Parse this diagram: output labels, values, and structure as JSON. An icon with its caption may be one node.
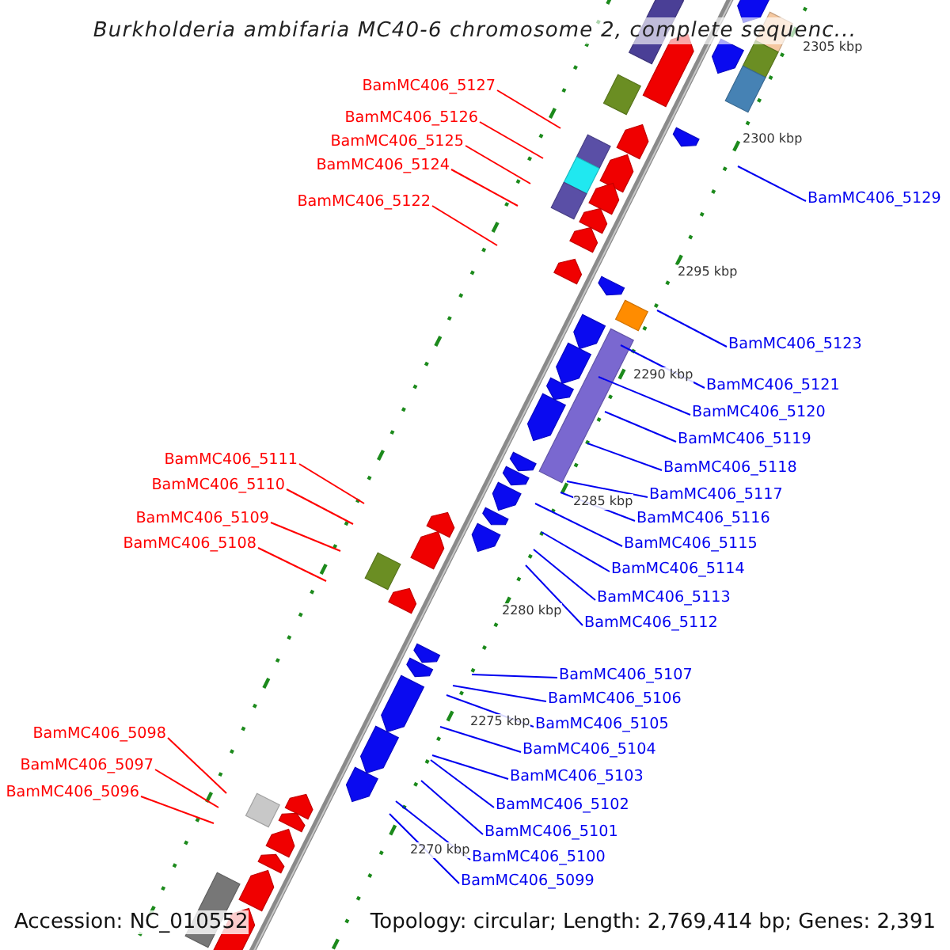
{
  "diagram": {
    "title": "Burkholderia ambifaria MC40-6 chromosome 2, complete sequenc...",
    "nodes": [
      {
        "text": [
          "BamMC406_5127"
        ]
      },
      {
        "text": [
          "BamMC406_5126"
        ]
      },
      {
        "text": [
          "BamMC406_5125"
        ]
      },
      {
        "text": [
          "BamMC406_5124"
        ]
      },
      {
        "text": [
          "BamMC406_5129"
        ]
      },
      {
        "text": [
          "BamMC406_5122"
        ]
      },
      {
        "text": [
          "BamMC406_5123"
        ]
      },
      {
        "text": [
          "BamMC406_5121"
        ]
      },
      {
        "text": [
          "BamMC406_5120"
        ]
      },
      {
        "text": [
          "BamMC406_5119"
        ]
      },
      {
        "text": [
          "BamMC406_5111"
        ]
      },
      {
        "text": [
          "BamMC406_5118"
        ]
      },
      {
        "text": [
          "BamMC406_5110"
        ]
      },
      {
        "text": [
          "BamMC406_5117"
        ]
      },
      {
        "text": [
          "BamMC406_5109"
        ]
      },
      {
        "text": [
          "BamMC406_5116"
        ]
      },
      {
        "text": [
          "BamMC406_5108"
        ]
      },
      {
        "text": [
          "BamMC406_5115"
        ]
      },
      {
        "text": [
          "BamMC406_5114"
        ]
      },
      {
        "text": [
          "BamMC406_5113"
        ]
      },
      {
        "text": [
          "BamMC406_5112"
        ]
      },
      {
        "text": [
          "BamMC406_5107"
        ]
      },
      {
        "text": [
          "BamMC406_5106"
        ]
      },
      {
        "text": [
          "BamMC406_5105"
        ]
      },
      {
        "text": [
          "BamMC406_5098"
        ]
      },
      {
        "text": [
          "BamMC406_5104"
        ]
      },
      {
        "text": [
          "BamMC406_5097"
        ]
      },
      {
        "text": [
          "BamMC406_5103"
        ]
      },
      {
        "text": [
          "BamMC406_5096"
        ]
      },
      {
        "text": [
          "BamMC406_5102"
        ]
      },
      {
        "text": [
          "BamMC406_5101"
        ]
      },
      {
        "text": [
          "BamMC406_5100"
        ]
      },
      {
        "text": [
          "BamMC406_5099"
        ]
      }
    ],
    "edges": [
      {
        "from": 0,
        "to": null,
        "arrow": "none",
        "color": "#ff0000"
      },
      {
        "from": 1,
        "to": null,
        "arrow": "none",
        "color": "#ff0000"
      },
      {
        "from": 2,
        "to": null,
        "arrow": "none",
        "color": "#ff0000"
      },
      {
        "from": 3,
        "to": null,
        "arrow": "none",
        "color": "#ff0000"
      },
      {
        "from": 4,
        "to": null,
        "arrow": "none"
      },
      {
        "from": 5,
        "to": null,
        "arrow": "none",
        "color": "#ff0000"
      },
      {
        "from": 6,
        "to": null,
        "arrow": "none"
      },
      {
        "from": 7,
        "to": null,
        "arrow": "none"
      },
      {
        "from": 8,
        "to": null,
        "arrow": "none"
      },
      {
        "from": 9,
        "to": null,
        "arrow": "none"
      },
      {
        "from": 10,
        "to": null,
        "arrow": "none",
        "color": "#ff0000"
      },
      {
        "from": 11,
        "to": null,
        "arrow": "none"
      },
      {
        "from": 12,
        "to": null,
        "arrow": "none",
        "color": "#ff0000"
      },
      {
        "from": 13,
        "to": null,
        "arrow": "none"
      },
      {
        "from": 14,
        "to": null,
        "arrow": "none",
        "color": "#ff0000"
      },
      {
        "from": 15,
        "to": null,
        "arrow": "none"
      },
      {
        "from": 16,
        "to": null,
        "arrow": "none",
        "color": "#ff0000"
      },
      {
        "from": 17,
        "to": null,
        "arrow": "none"
      },
      {
        "from": 18,
        "to": null,
        "arrow": "none"
      },
      {
        "from": 19,
        "to": null,
        "arrow": "none"
      },
      {
        "from": 20,
        "to": null,
        "arrow": "none"
      },
      {
        "from": 21,
        "to": null,
        "arrow": "none"
      },
      {
        "from": 22,
        "to": null,
        "arrow": "none"
      },
      {
        "from": 23,
        "to": null,
        "arrow": "none"
      },
      {
        "from": 24,
        "to": null,
        "arrow": "none",
        "color": "#ff0000"
      },
      {
        "from": 25,
        "to": null,
        "arrow": "none"
      },
      {
        "from": 26,
        "to": null,
        "arrow": "none",
        "color": "#ff0000"
      },
      {
        "from": 27,
        "to": null,
        "arrow": "none"
      },
      {
        "from": 28,
        "to": null,
        "arrow": "none",
        "color": "#ff0000"
      },
      {
        "from": 29,
        "to": null,
        "arrow": "none"
      },
      {
        "from": 30,
        "to": null,
        "arrow": "none"
      },
      {
        "from": 31,
        "to": null,
        "arrow": "none"
      },
      {
        "from": 32,
        "to": null,
        "arrow": "none"
      }
    ],
    "labels": [
      "2305 kbp",
      "2300 kbp",
      "2295 kbp",
      "2290 kbp",
      "2285 kbp",
      "2280 kbp",
      "2275 kbp",
      "2270 kbp",
      "Accession: NC_010552",
      "Topology: circular; Length: 2,769,414 bp; Genes: 2,391"
    ]
  }
}
